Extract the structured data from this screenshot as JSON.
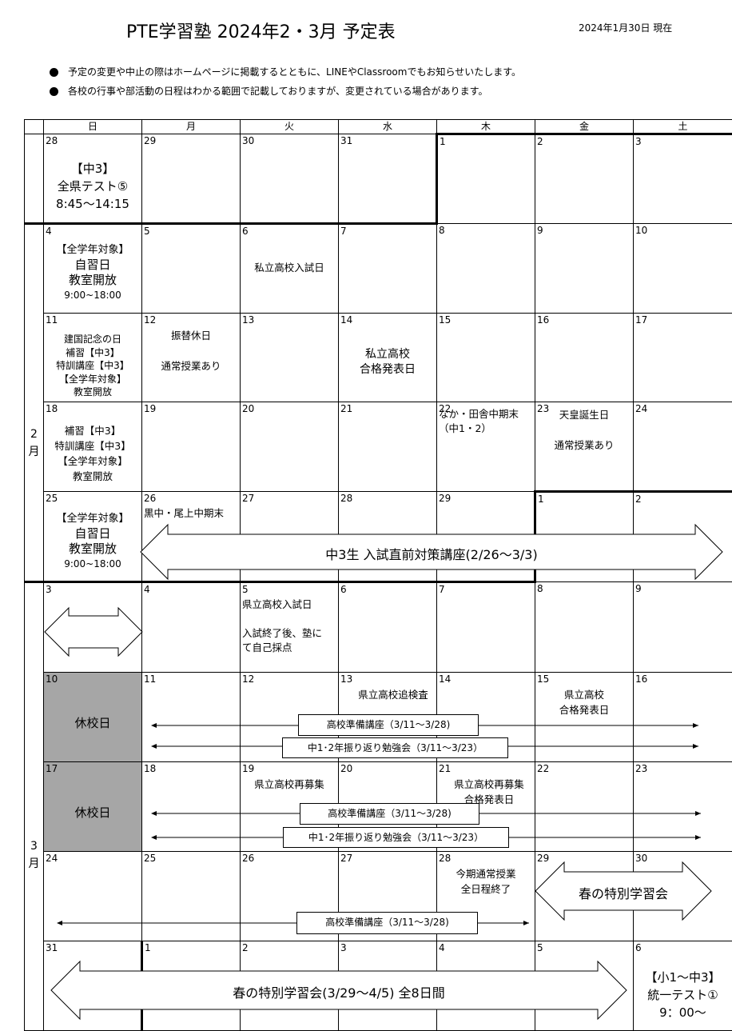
{
  "header": {
    "title": "PTE学習塾  2024年2・3月  予定表",
    "as_of": "2024年1月30日 現在"
  },
  "notes": [
    "予定の変更や中止の際はホームページに掲載するとともに、LINEやClassroomでもお知らせいたします。",
    "各校の行事や部活動の日程はわかる範囲で記載しておりますが、変更されている場合があります。"
  ],
  "weekdays": [
    "日",
    "月",
    "火",
    "水",
    "木",
    "金",
    "土"
  ],
  "months": {
    "feb": "2\n月",
    "mar": "3\n月"
  },
  "weeks": [
    {
      "days": [
        {
          "n": "28",
          "ev": "【中3】\n全県テスト⑤\n8:45～14:15"
        },
        {
          "n": "29",
          "ev": ""
        },
        {
          "n": "30",
          "ev": ""
        },
        {
          "n": "31",
          "ev": ""
        },
        {
          "n": "1",
          "ev": ""
        },
        {
          "n": "2",
          "ev": ""
        },
        {
          "n": "3",
          "ev": ""
        }
      ]
    },
    {
      "days": [
        {
          "n": "4",
          "ev": "【全学年対象】\n自習日\n教室開放\n9:00~18:00"
        },
        {
          "n": "5",
          "ev": ""
        },
        {
          "n": "6",
          "ev": "私立高校入試日"
        },
        {
          "n": "7",
          "ev": ""
        },
        {
          "n": "8",
          "ev": ""
        },
        {
          "n": "9",
          "ev": ""
        },
        {
          "n": "10",
          "ev": ""
        }
      ]
    },
    {
      "days": [
        {
          "n": "11",
          "ev": "建国記念の日\n補習【中3】\n特訓講座【中3】\n【全学年対象】\n教室開放"
        },
        {
          "n": "12",
          "ev": "振替休日\n\n通常授業あり"
        },
        {
          "n": "13",
          "ev": ""
        },
        {
          "n": "14",
          "ev": "私立高校\n合格発表日"
        },
        {
          "n": "15",
          "ev": ""
        },
        {
          "n": "16",
          "ev": ""
        },
        {
          "n": "17",
          "ev": ""
        }
      ]
    },
    {
      "days": [
        {
          "n": "18",
          "ev": "補習【中3】\n特訓講座【中3】\n【全学年対象】\n教室開放"
        },
        {
          "n": "19",
          "ev": ""
        },
        {
          "n": "20",
          "ev": ""
        },
        {
          "n": "21",
          "ev": ""
        },
        {
          "n": "22",
          "ev": "なか・田舎中期末\n（中1・2）"
        },
        {
          "n": "23",
          "ev": "天皇誕生日\n\n通常授業あり"
        },
        {
          "n": "24",
          "ev": ""
        }
      ]
    },
    {
      "days": [
        {
          "n": "25",
          "ev": "【全学年対象】\n自習日\n教室開放\n9:00~18:00"
        },
        {
          "n": "26",
          "ev": "黒中・尾上中期末"
        },
        {
          "n": "27",
          "ev": ""
        },
        {
          "n": "28",
          "ev": ""
        },
        {
          "n": "29",
          "ev": ""
        },
        {
          "n": "1",
          "ev": ""
        },
        {
          "n": "2",
          "ev": ""
        }
      ]
    },
    {
      "days": [
        {
          "n": "3",
          "ev": ""
        },
        {
          "n": "4",
          "ev": ""
        },
        {
          "n": "5",
          "ev": "県立高校入試日\n\n入試終了後、塾に\nて自己採点"
        },
        {
          "n": "6",
          "ev": ""
        },
        {
          "n": "7",
          "ev": ""
        },
        {
          "n": "8",
          "ev": ""
        },
        {
          "n": "9",
          "ev": ""
        }
      ]
    },
    {
      "days": [
        {
          "n": "10",
          "ev": "休校日"
        },
        {
          "n": "11",
          "ev": ""
        },
        {
          "n": "12",
          "ev": ""
        },
        {
          "n": "13",
          "ev": "県立高校追検査"
        },
        {
          "n": "14",
          "ev": ""
        },
        {
          "n": "15",
          "ev": "県立高校\n合格発表日"
        },
        {
          "n": "16",
          "ev": ""
        }
      ]
    },
    {
      "days": [
        {
          "n": "17",
          "ev": "休校日"
        },
        {
          "n": "18",
          "ev": ""
        },
        {
          "n": "19",
          "ev": "県立高校再募集"
        },
        {
          "n": "20",
          "ev": ""
        },
        {
          "n": "21",
          "ev": "県立高校再募集\n合格発表日"
        },
        {
          "n": "22",
          "ev": ""
        },
        {
          "n": "23",
          "ev": ""
        }
      ]
    },
    {
      "days": [
        {
          "n": "24",
          "ev": ""
        },
        {
          "n": "25",
          "ev": ""
        },
        {
          "n": "26",
          "ev": ""
        },
        {
          "n": "27",
          "ev": ""
        },
        {
          "n": "28",
          "ev": "今期通常授業\n全日程終了"
        },
        {
          "n": "29",
          "ev": ""
        },
        {
          "n": "30",
          "ev": ""
        }
      ]
    },
    {
      "days": [
        {
          "n": "31",
          "ev": ""
        },
        {
          "n": "1",
          "ev": ""
        },
        {
          "n": "2",
          "ev": ""
        },
        {
          "n": "3",
          "ev": ""
        },
        {
          "n": "4",
          "ev": ""
        },
        {
          "n": "5",
          "ev": ""
        },
        {
          "n": "6",
          "ev": "【小1～中3】\n統一テスト①\n9：00～"
        }
      ]
    }
  ],
  "banners": {
    "chu3_course": "中3生  入試直前対策講座(2/26～3/3)",
    "spring_short": "春の特別学習会",
    "spring_long": "春の特別学習会(3/29～4/5)  全8日間",
    "koko_prep": "高校準備講座（3/11～3/28)",
    "review": "中1･2年振り返り勉強会（3/11～3/23）"
  }
}
